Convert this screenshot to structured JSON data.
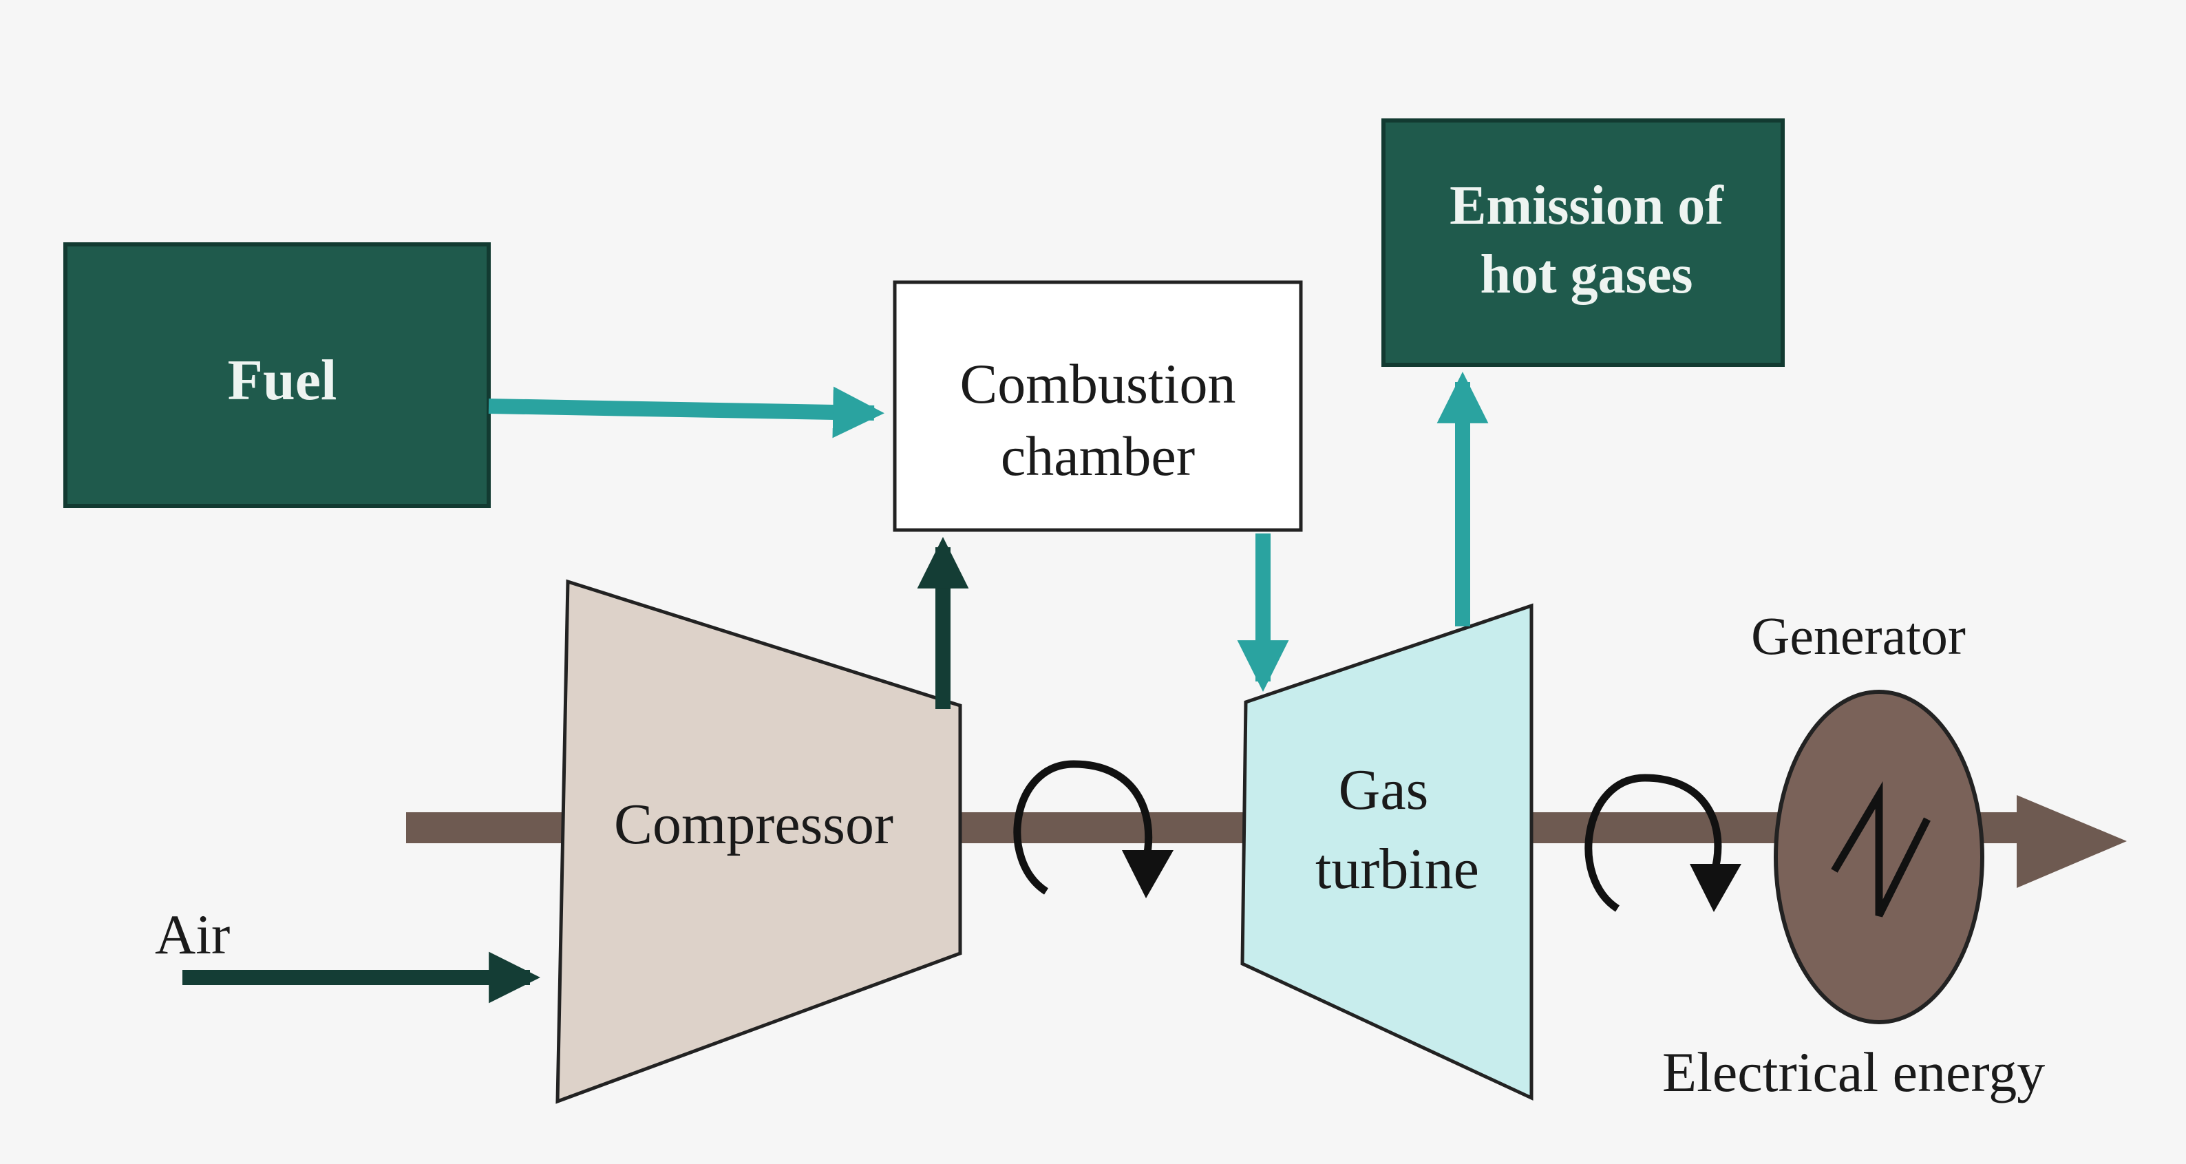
{
  "colors": {
    "background": "#f6f6f6",
    "dark_box": "#1f5a4c",
    "dark_box_text": "#eef4f1",
    "teal_arrow": "#2aa3a0",
    "dark_arrow": "#143d35",
    "shaft": "#6e5a51",
    "compressor_fill": "#ddd2c9",
    "turbine_fill": "#c8eded",
    "generator_fill": "#7a6259",
    "text": "#1a1a1a"
  },
  "diagram": {
    "fuel": {
      "label": "Fuel"
    },
    "combustion_chamber": {
      "line1": "Combustion",
      "line2": "chamber"
    },
    "emission": {
      "line1": "Emission of",
      "line2": "hot gases"
    },
    "compressor": {
      "label": "Compressor"
    },
    "gas_turbine": {
      "line1": "Gas",
      "line2": "turbine"
    },
    "generator": {
      "label": "Generator"
    },
    "air": {
      "label": "Air"
    },
    "electrical_energy": {
      "label": "Electrical energy"
    }
  }
}
